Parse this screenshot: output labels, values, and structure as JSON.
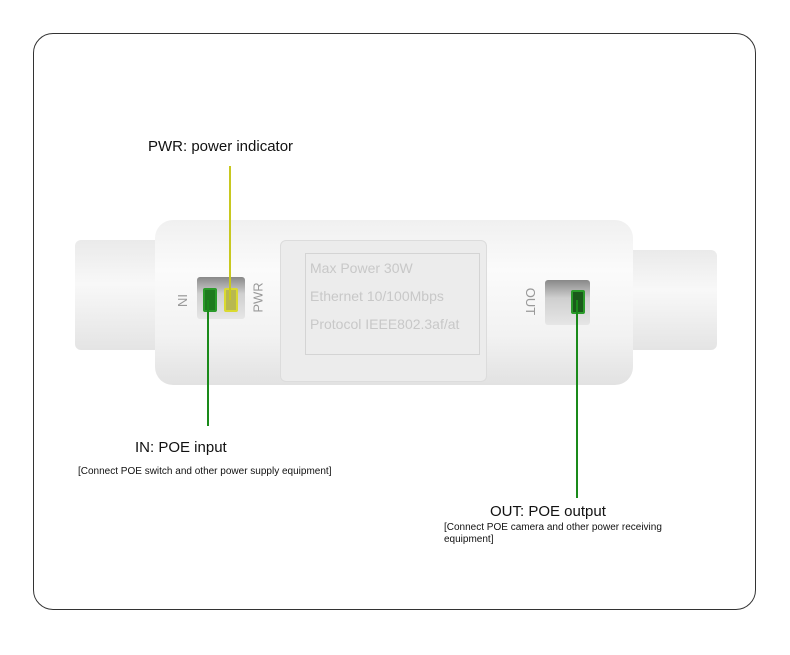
{
  "labels": {
    "pwr": {
      "title": "PWR: power indicator"
    },
    "in": {
      "title": "IN: POE input",
      "note": "[Connect POE switch and other power supply equipment]"
    },
    "out": {
      "title": "OUT: POE output",
      "note": "[Connect POE camera and other power receiving equipment]"
    }
  },
  "device": {
    "plate_lines": [
      "Max  Power 30W",
      "Ethernet 10/100Mbps",
      "Protocol IEEE802.3af/at"
    ],
    "in_mark": "IN",
    "pwr_mark": "PWR",
    "out_mark": "OUT"
  },
  "colors": {
    "pwr_line": "#c8c820",
    "in_line": "#1a8a1a",
    "out_line": "#1a8a1a"
  }
}
